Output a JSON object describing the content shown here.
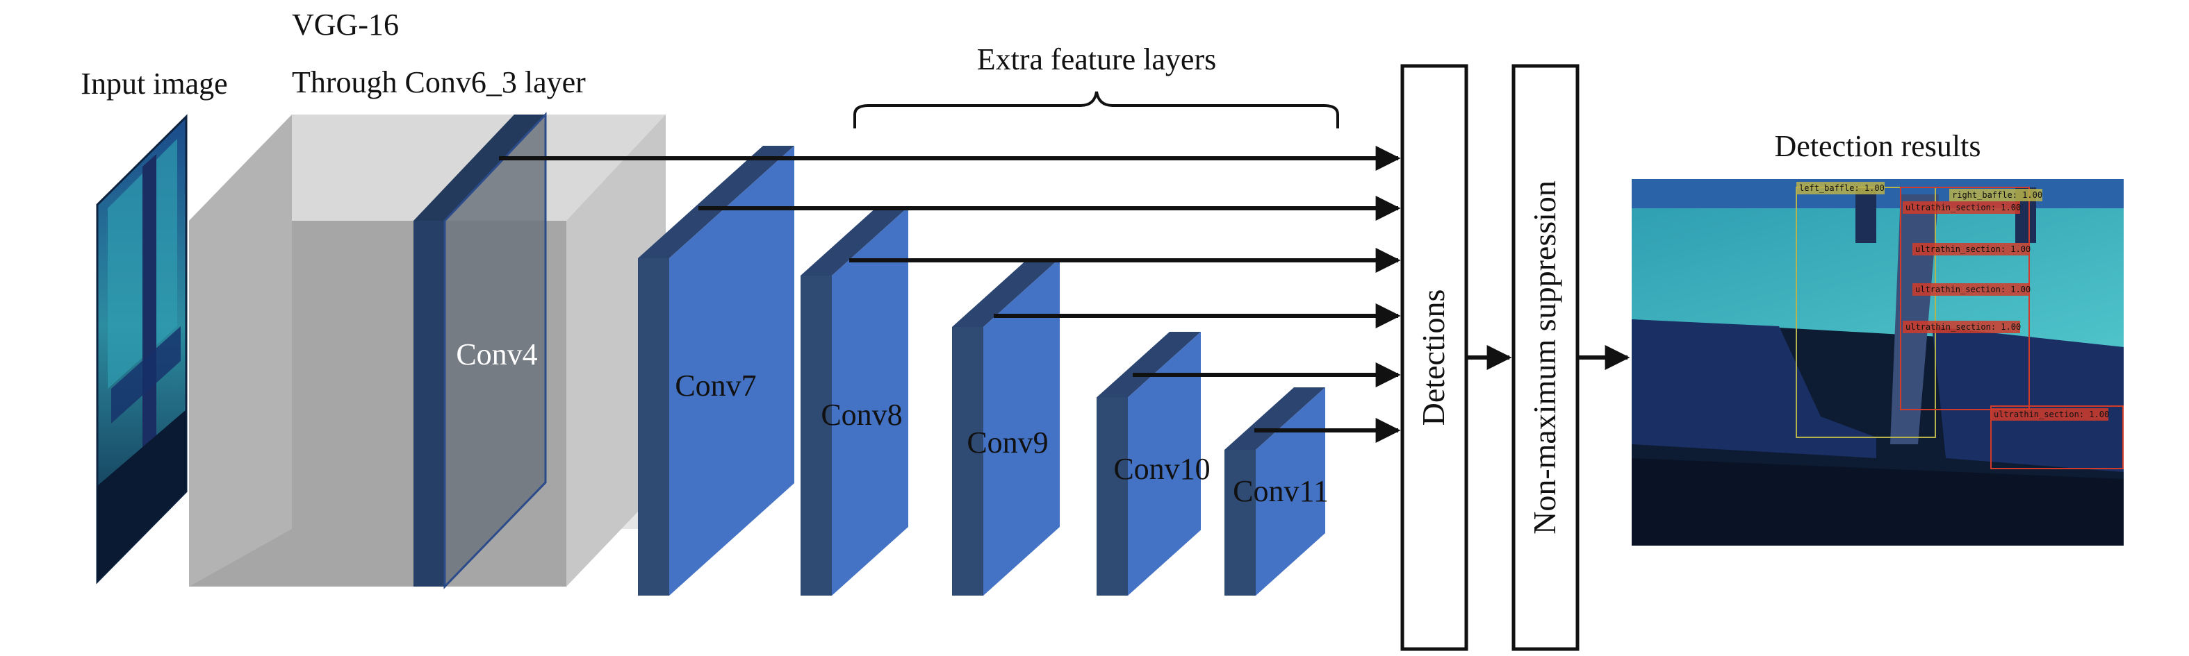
{
  "labels": {
    "input_image": "Input image",
    "vgg_title": "VGG-16",
    "vgg_subtitle": "Through Conv6_3 layer",
    "extra_layers": "Extra feature layers",
    "detections": "Detections",
    "nms": "Non-maximum suppression",
    "results": "Detection results"
  },
  "layers": {
    "conv4": "Conv4",
    "conv7": "Conv7",
    "conv8": "Conv8",
    "conv9": "Conv9",
    "conv10": "Conv10",
    "conv11": "Conv11"
  },
  "detection_boxes": [
    "left_baffle: 1.00",
    "right_baffle: 1.00",
    "ultrathin_section: 1.00",
    "ultrathin_section: 1.00",
    "ultrathin_section: 1.00",
    "ultrathin_section: 1.00",
    "ultrathin_section: 1.00"
  ],
  "colors": {
    "layer_face": "#4472c4",
    "layer_side": "#2f4a73",
    "vgg_front": "#a6a6a6",
    "vgg_top": "#d9d9d9",
    "conv4_face": "#6d747e",
    "image_sky": "#2a8ea0",
    "box_red": "#d13b2a",
    "box_yellow": "#b8b24a"
  }
}
